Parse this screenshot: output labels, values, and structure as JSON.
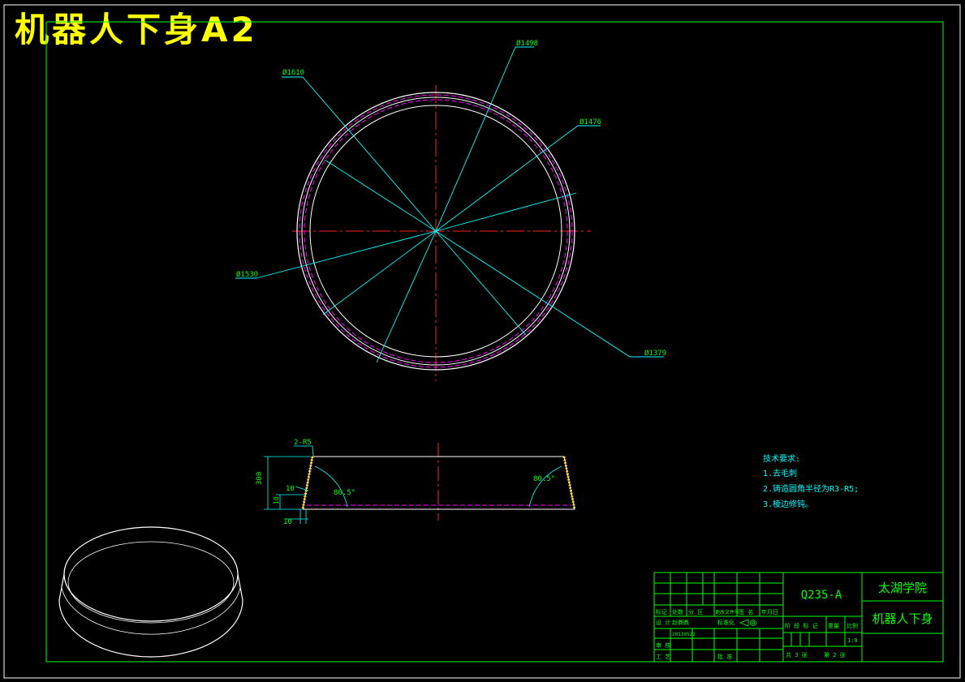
{
  "sheet": {
    "big_title": "机器人下身A2"
  },
  "colors": {
    "border": "#00ff00",
    "dimension": "#00ffff",
    "centerline": "#ff2020",
    "profile": "#ffffff",
    "hidden": "#ff00ff",
    "label_text": "#00ff00",
    "title": "#ffff00",
    "weld": "#ffcc33"
  },
  "top_view": {
    "diameters": {
      "d1": "Ø1610",
      "d2": "Ø1498",
      "d3": "Ø1476",
      "d4": "Ø1530",
      "d5": "Ø1379"
    }
  },
  "section_view": {
    "fillet": "2-R5",
    "height": "300",
    "inner_dim": "10",
    "bottom_dim": "10",
    "thickness": "10",
    "angle_left": "80.5°",
    "angle_right": "80.5°"
  },
  "tech_requirements": {
    "title": "技术要求:",
    "items": [
      "1.去毛刺",
      "2.铸造圆角半径为R3-R5;",
      "3.棱边修钝。"
    ]
  },
  "title_block": {
    "material": "Q235-A",
    "school": "太湖学院",
    "part_name": "机器人下身",
    "header_cells": [
      "标记",
      "处数",
      "分 区",
      "更改文件号",
      "签 名",
      "年月日"
    ],
    "design_label": "设 计",
    "designer": "赵鼎鼎",
    "date": "20130522",
    "standard_label": "标准化",
    "review_label": "审 核",
    "process_label": "工 艺",
    "approve_label": "批 准",
    "stage_label": "阶 段 标 记",
    "weight_label": "重量",
    "scale_label": "比例",
    "scale_value": "1:9",
    "total_sheets": "共 3 张",
    "sheet_no": "第 2 张"
  }
}
